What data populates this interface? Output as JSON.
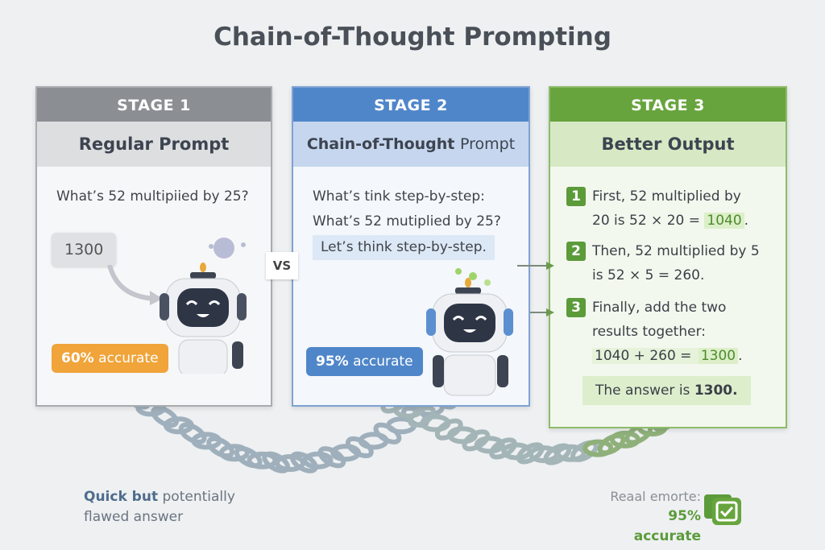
{
  "title": "Chain-of-Thought Prompting",
  "stages": [
    {
      "stage": "STAGE 1",
      "heading": "Regular Prompt",
      "question": "What’s 52 multipiied by 25?",
      "answer_bubble": "1300",
      "accuracy_value": "60%",
      "accuracy_label": "accurate",
      "color": "#f0a43a"
    },
    {
      "stage": "STAGE 2",
      "heading_bold": "Chain-of-Thought",
      "heading_light": "Prompt",
      "question_line1": "What’s tink step-by-step:",
      "question_line2": "What’s 52 mutiplied by 25?",
      "cue": "Let’s think step-by-step.",
      "accuracy_value": "95%",
      "accuracy_label": "accurate",
      "color": "#4f86c9"
    },
    {
      "stage": "STAGE 3",
      "heading": "Better Output",
      "steps": [
        {
          "num": "1",
          "line1": "First, 52 multiplied by",
          "line2_pre": "20 is 52 × 20 = ",
          "line2_hl": "1040",
          "line2_post": "."
        },
        {
          "num": "2",
          "line1": "Then, 52 multiplied by 5",
          "line2_pre": "is 52 × 5 = 260.",
          "line2_hl": "",
          "line2_post": ""
        },
        {
          "num": "3",
          "line1": "Finally, add the two",
          "line2_pre": "results together:",
          "line3_pre": "1040 + 260 = ",
          "line3_hl": "1300",
          "line3_post": "."
        }
      ],
      "answer_pre": "The answer is ",
      "answer_bold": "1300.",
      "color": "#68a43d"
    }
  ],
  "vs": "VS",
  "footer_left": {
    "bold": "Quick but",
    "rest": "potentially",
    "line2": "flawed answer"
  },
  "footer_right": {
    "line1": "Reaal emorte:",
    "line2": "95% accurate"
  }
}
